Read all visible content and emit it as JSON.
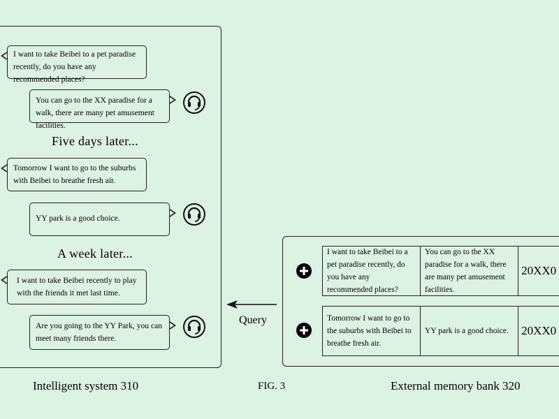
{
  "conversation": {
    "msg1": "I want to take Beibei to a pet paradise recently, do you have any recommended places?",
    "msg2": "You can go to the XX paradise for a walk, there are many pet amusement facilities.",
    "time1": "Five days later...",
    "msg3": "Tomorrow I want to go to the suburbs with Beibei to breathe fresh air.",
    "msg4": "YY park is a good choice.",
    "time2": "A week later...",
    "msg5": "I want to take Beibei recently to play with the friends it met last time.",
    "msg6": "Are you going to the YY Park, you can meet many friends there."
  },
  "memory": {
    "rows": [
      {
        "query": "I want to take Beibei to a pet paradise recently, do you have any recommended places?",
        "response": "You can go to the XX paradise for a walk, there are many pet amusement facilities.",
        "date": "20XX0"
      },
      {
        "query": "Tomorrow I want to go to the suburbs with Beibei to breathe fresh air.",
        "response": "YY park is a good choice.",
        "date": "20XX0"
      }
    ]
  },
  "query_label": "Query",
  "captions": {
    "left": "Intelligent system 310",
    "center": "FIG. 3",
    "right": "External memory bank 320"
  },
  "icons": {
    "assistant": "headset-icon",
    "add": "plus-circle-icon",
    "arrow": "arrow-left-icon"
  }
}
